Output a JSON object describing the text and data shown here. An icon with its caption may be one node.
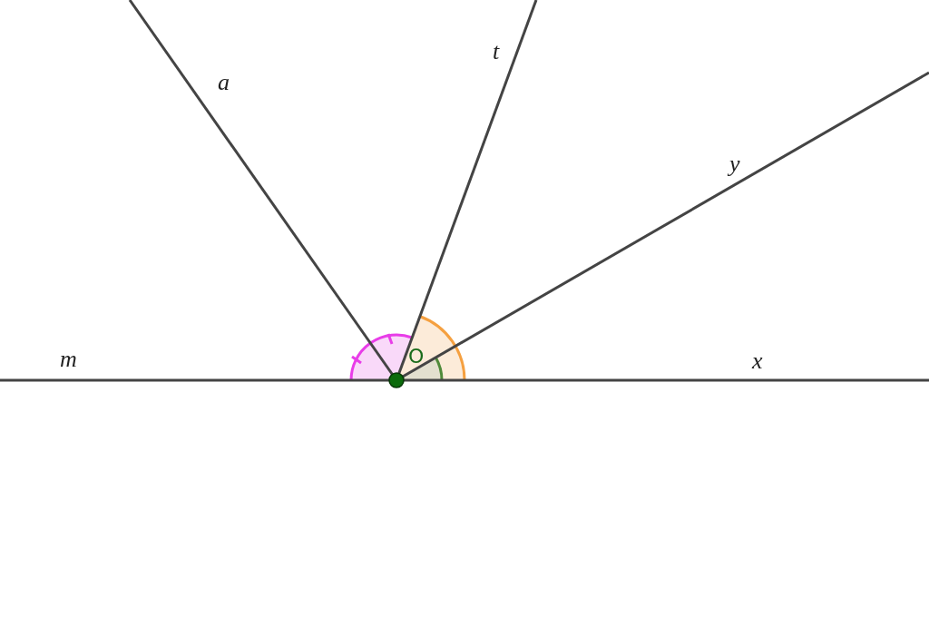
{
  "diagram": {
    "labels": [
      "t",
      "a",
      "y",
      "O",
      "m",
      "x"
    ]
  }
}
